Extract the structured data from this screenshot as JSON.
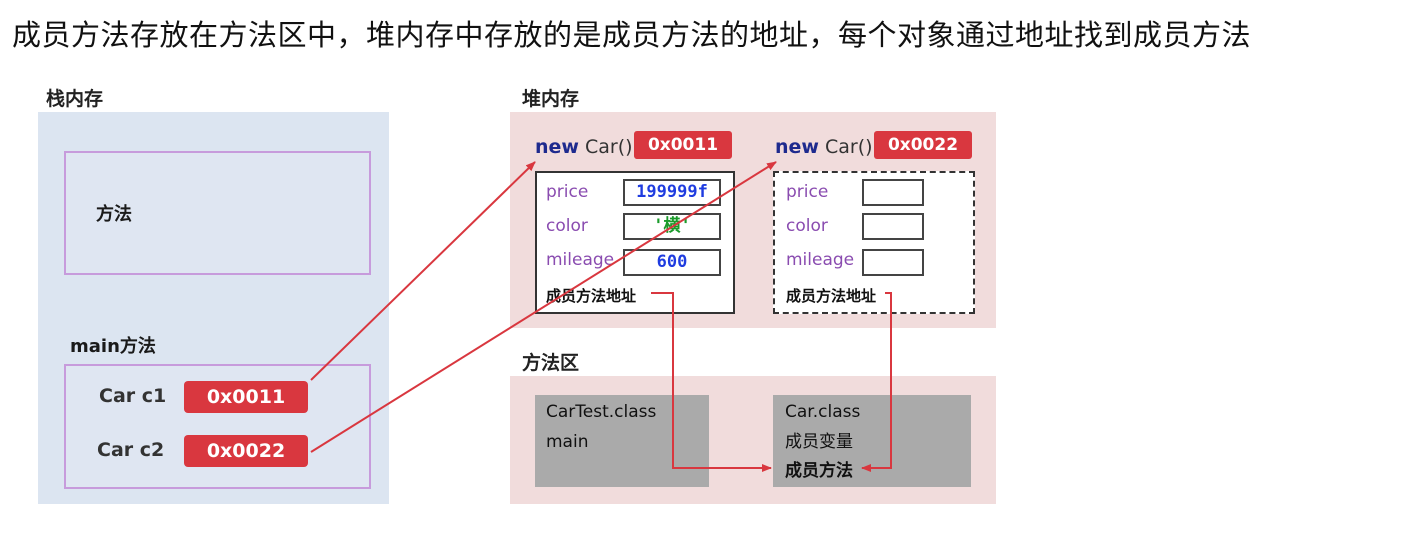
{
  "heading": "成员方法存放在方法区中，堆内存中存放的是成员方法的地址，每个对象通过地址找到成员方法",
  "stack": {
    "title": "栈内存",
    "method_box_label": "方法",
    "main_label": "main方法",
    "vars": [
      {
        "name": "Car c1",
        "address": "0x0011"
      },
      {
        "name": "Car c2",
        "address": "0x0022"
      }
    ]
  },
  "heap": {
    "title": "堆内存",
    "objects": [
      {
        "new_keyword": "new",
        "constructor": "Car()",
        "address": "0x0011",
        "fields": [
          {
            "name": "price",
            "value": "199999f"
          },
          {
            "name": "color",
            "value": "'横'"
          },
          {
            "name": "mileage",
            "value": "600"
          }
        ],
        "method_addr_label": "成员方法地址"
      },
      {
        "new_keyword": "new",
        "constructor": "Car()",
        "address": "0x0022",
        "fields": [
          {
            "name": "price",
            "value": ""
          },
          {
            "name": "color",
            "value": ""
          },
          {
            "name": "mileage",
            "value": ""
          }
        ],
        "method_addr_label": "成员方法地址"
      }
    ]
  },
  "method_area": {
    "title": "方法区",
    "classes": [
      {
        "lines": [
          "CarTest.class",
          "main"
        ]
      },
      {
        "lines": [
          "Car.class",
          "成员变量",
          "成员方法"
        ]
      }
    ]
  },
  "colors": {
    "arrow": "#d9373f",
    "badge": "#d9373f",
    "stack_bg": "#dce5f1",
    "heap_bg": "#f1dcdc",
    "class_bg": "#aaaaaa"
  }
}
